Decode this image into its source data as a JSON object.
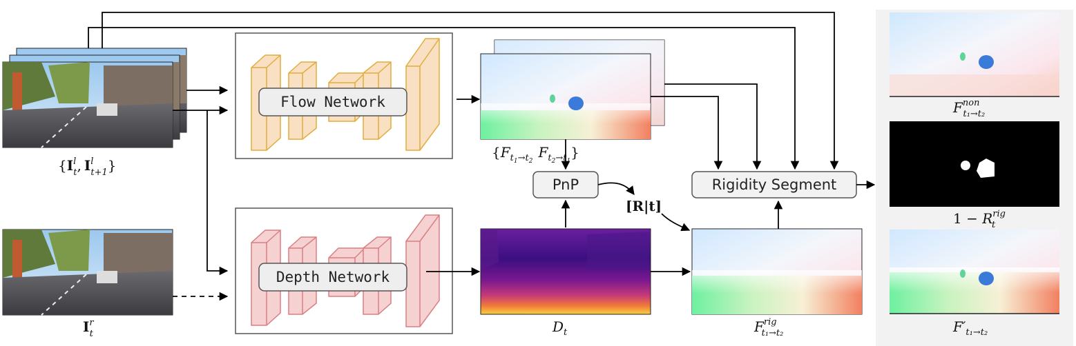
{
  "nodes": {
    "flow_network": "Flow Network",
    "depth_network": "Depth Network",
    "pnp": "PnP",
    "rigidity_segment": "Rigidity Segment"
  },
  "labels": {
    "input_left": {
      "open": "{",
      "I1": "I",
      "sup1": "l",
      "sub1": "t",
      "comma": ",",
      "I2": "I",
      "sup2": "l",
      "sub2": "t+1",
      "close": "}"
    },
    "input_right": {
      "I": "I",
      "sup": "r",
      "sub": "t"
    },
    "flows": {
      "open": "{",
      "F1": "F",
      "sub1": "t",
      "sub1i": "1",
      "arrow1": "→t",
      "sub1e": "2",
      "F2": "F",
      "sub2": "t",
      "sub2i": "2",
      "arrow2": "→t",
      "sub2e": "1",
      "close": "}"
    },
    "pose": "[R|t]",
    "depth": {
      "D": "D",
      "sub": "t"
    },
    "rigid_flow": {
      "F": "F",
      "sup": "rig",
      "sub": "t₁→t₂"
    },
    "nonrigid_flow": {
      "F": "F",
      "sup": "non",
      "sub": "t₁→t₂"
    },
    "mask": {
      "prefix": "1 − ",
      "R": "R",
      "sup": "rig",
      "sub": "t"
    },
    "final_flow": {
      "F": "F′",
      "sub": "t₁→t₂"
    }
  },
  "colors": {
    "flow_net_fill": "#f9dfc0",
    "flow_net_stroke": "#e0a830",
    "depth_net_fill": "#f6cfcf",
    "depth_net_stroke": "#d9787c",
    "panel_bg": "#f2f2f2",
    "arrow": "#000000"
  }
}
